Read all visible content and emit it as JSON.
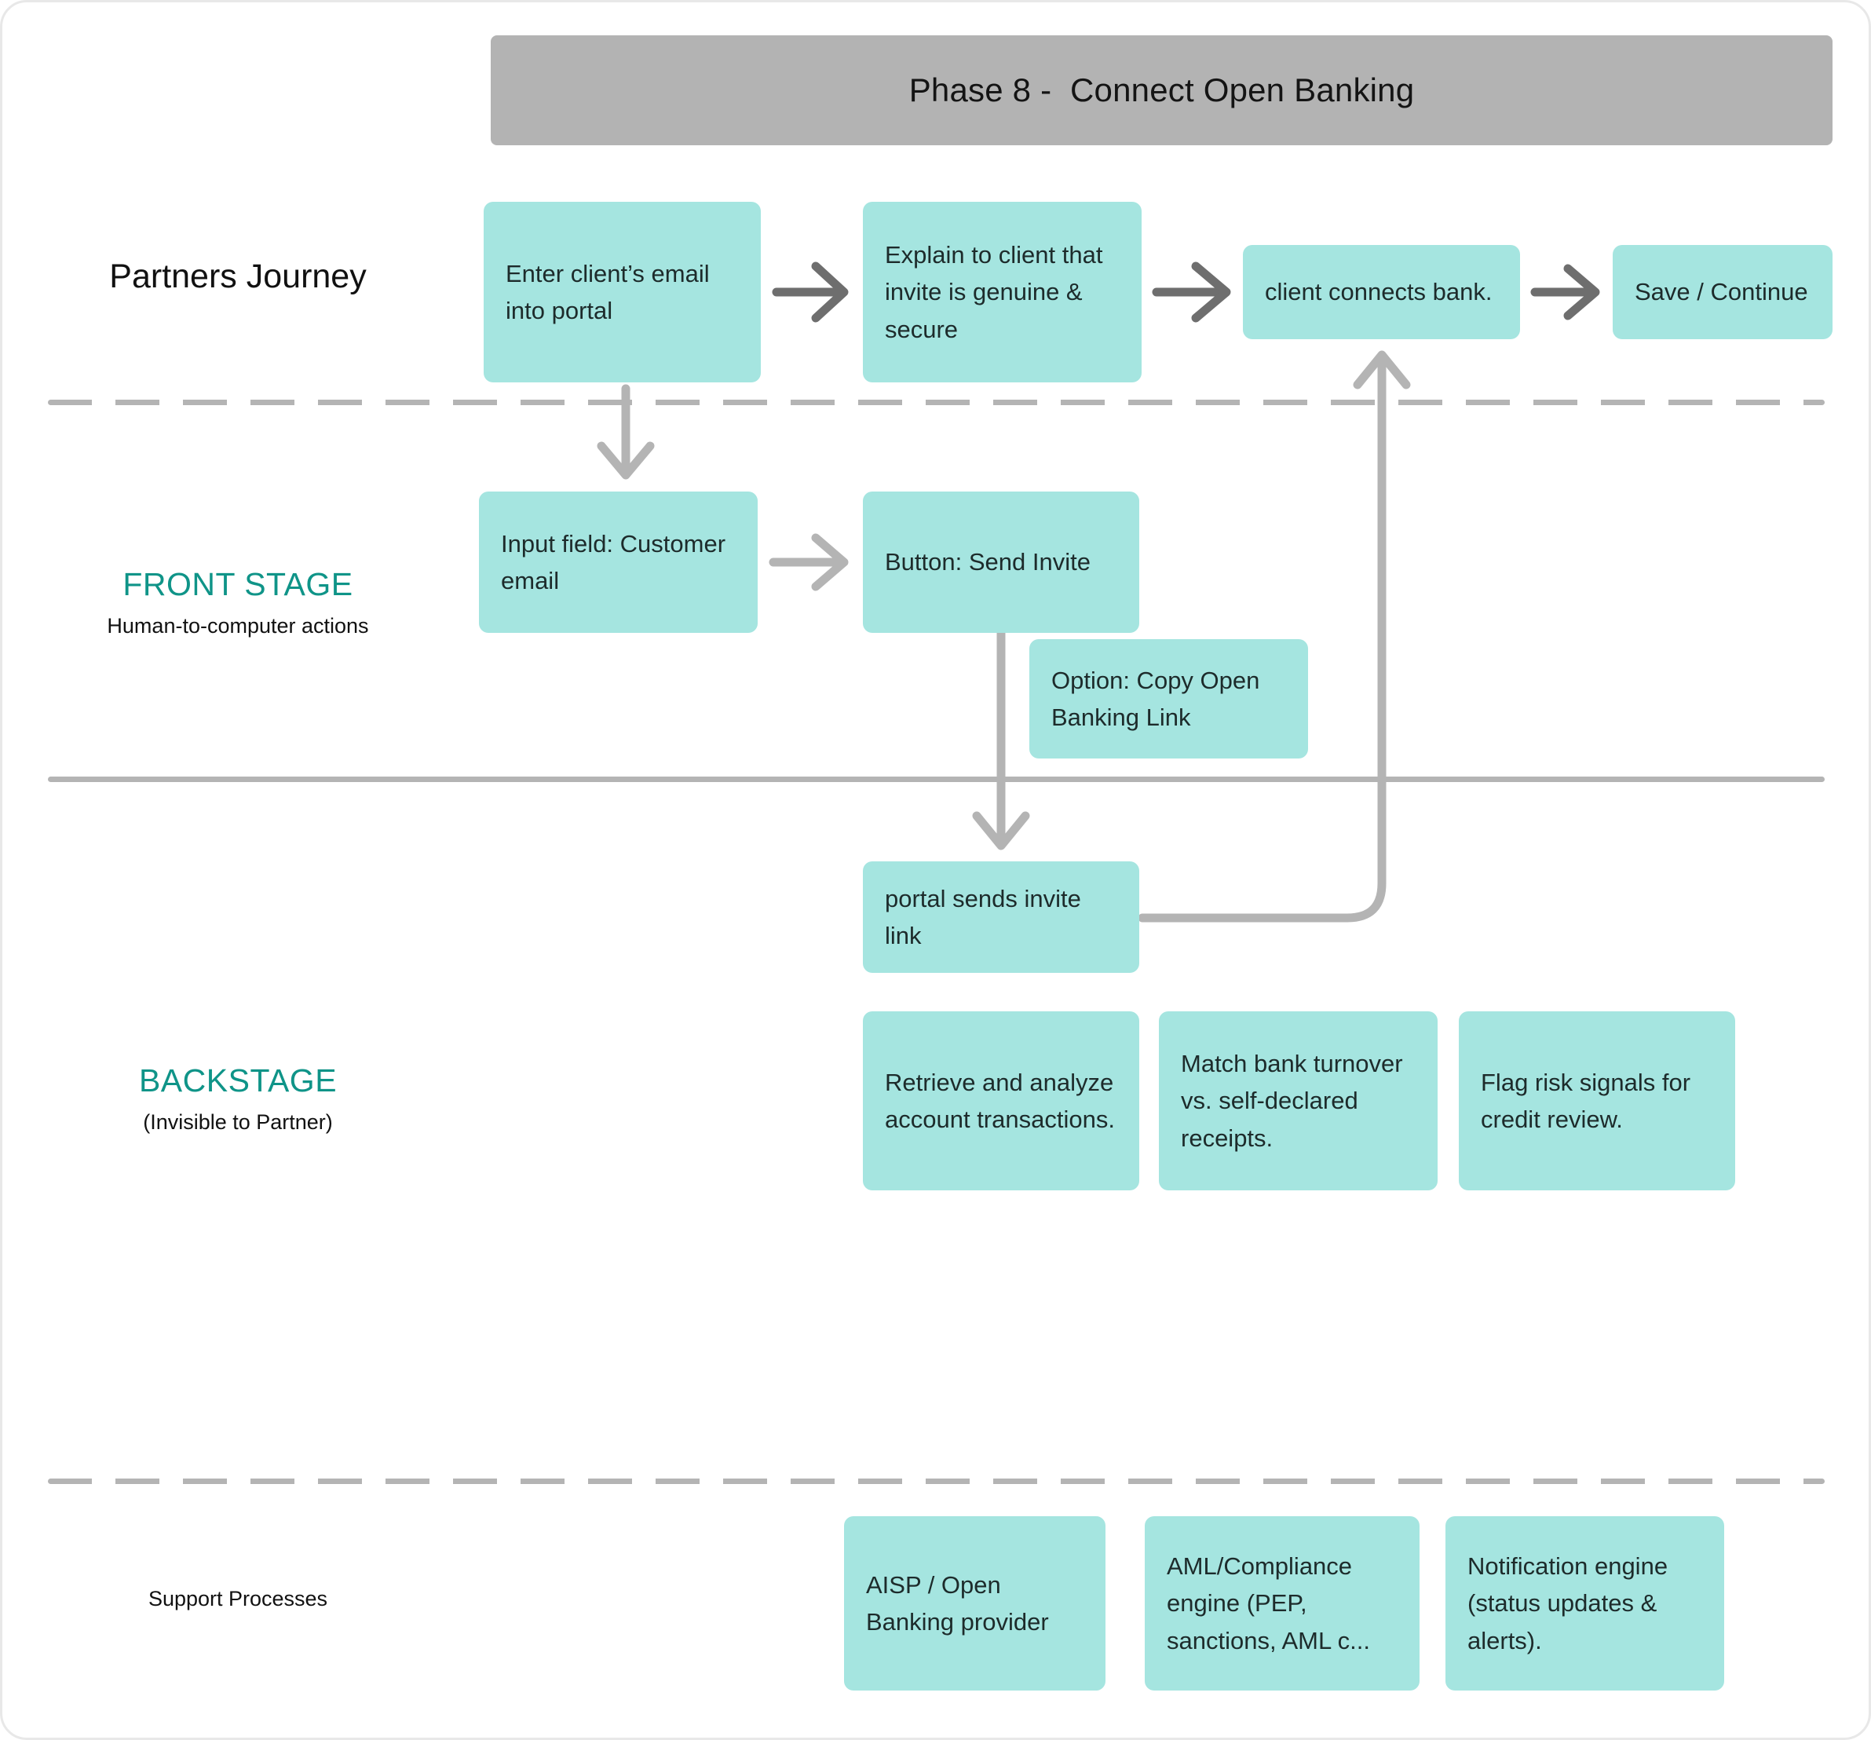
{
  "header": {
    "title": "Phase 8 -  Connect Open Banking"
  },
  "lanes": [
    {
      "id": "partners-journey",
      "primary": "Partners Journey",
      "secondary": ""
    },
    {
      "id": "front-stage",
      "primary": "FRONT STAGE",
      "secondary": "Human-to-computer actions"
    },
    {
      "id": "backstage",
      "primary": "BACKSTAGE",
      "secondary": "(Invisible to Partner)"
    },
    {
      "id": "support-processes",
      "primary": "Support Processes",
      "secondary": ""
    }
  ],
  "nodes": {
    "partners_journey": [
      {
        "id": "enter-email",
        "text": "Enter client’s email into portal"
      },
      {
        "id": "explain-invite",
        "text": "Explain to client that invite is genuine & secure"
      },
      {
        "id": "client-connects",
        "text": "client connects bank."
      },
      {
        "id": "save-continue",
        "text": "Save / Continue"
      }
    ],
    "front_stage": [
      {
        "id": "input-email",
        "text": "Input field: Customer email"
      },
      {
        "id": "send-invite",
        "text": "Button: Send Invite"
      },
      {
        "id": "copy-link",
        "text": "Option: Copy Open Banking Link"
      }
    ],
    "backstage": [
      {
        "id": "portal-sends",
        "text": "portal sends invite link"
      },
      {
        "id": "retrieve",
        "text": "Retrieve and analyze account transactions."
      },
      {
        "id": "match-turnover",
        "text": "Match bank turnover vs. self-declared receipts."
      },
      {
        "id": "flag-risk",
        "text": "Flag risk signals for credit review."
      }
    ],
    "support_processes": [
      {
        "id": "aisp",
        "text": "AISP / Open Banking provider"
      },
      {
        "id": "aml",
        "text": "AML/Compliance engine (PEP, sanctions, AML c..."
      },
      {
        "id": "notification",
        "text": "Notification engine (status updates & alerts)."
      }
    ]
  },
  "colors": {
    "node_fill": "#a5e5e0",
    "node_text": "#1d2b2b",
    "lane_accent": "#0f9488",
    "header_fill": "#b3b3b3",
    "separator": "#b4b4b4",
    "arrow_dark": "#6e6e6e",
    "arrow_light": "#b4b4b4"
  }
}
